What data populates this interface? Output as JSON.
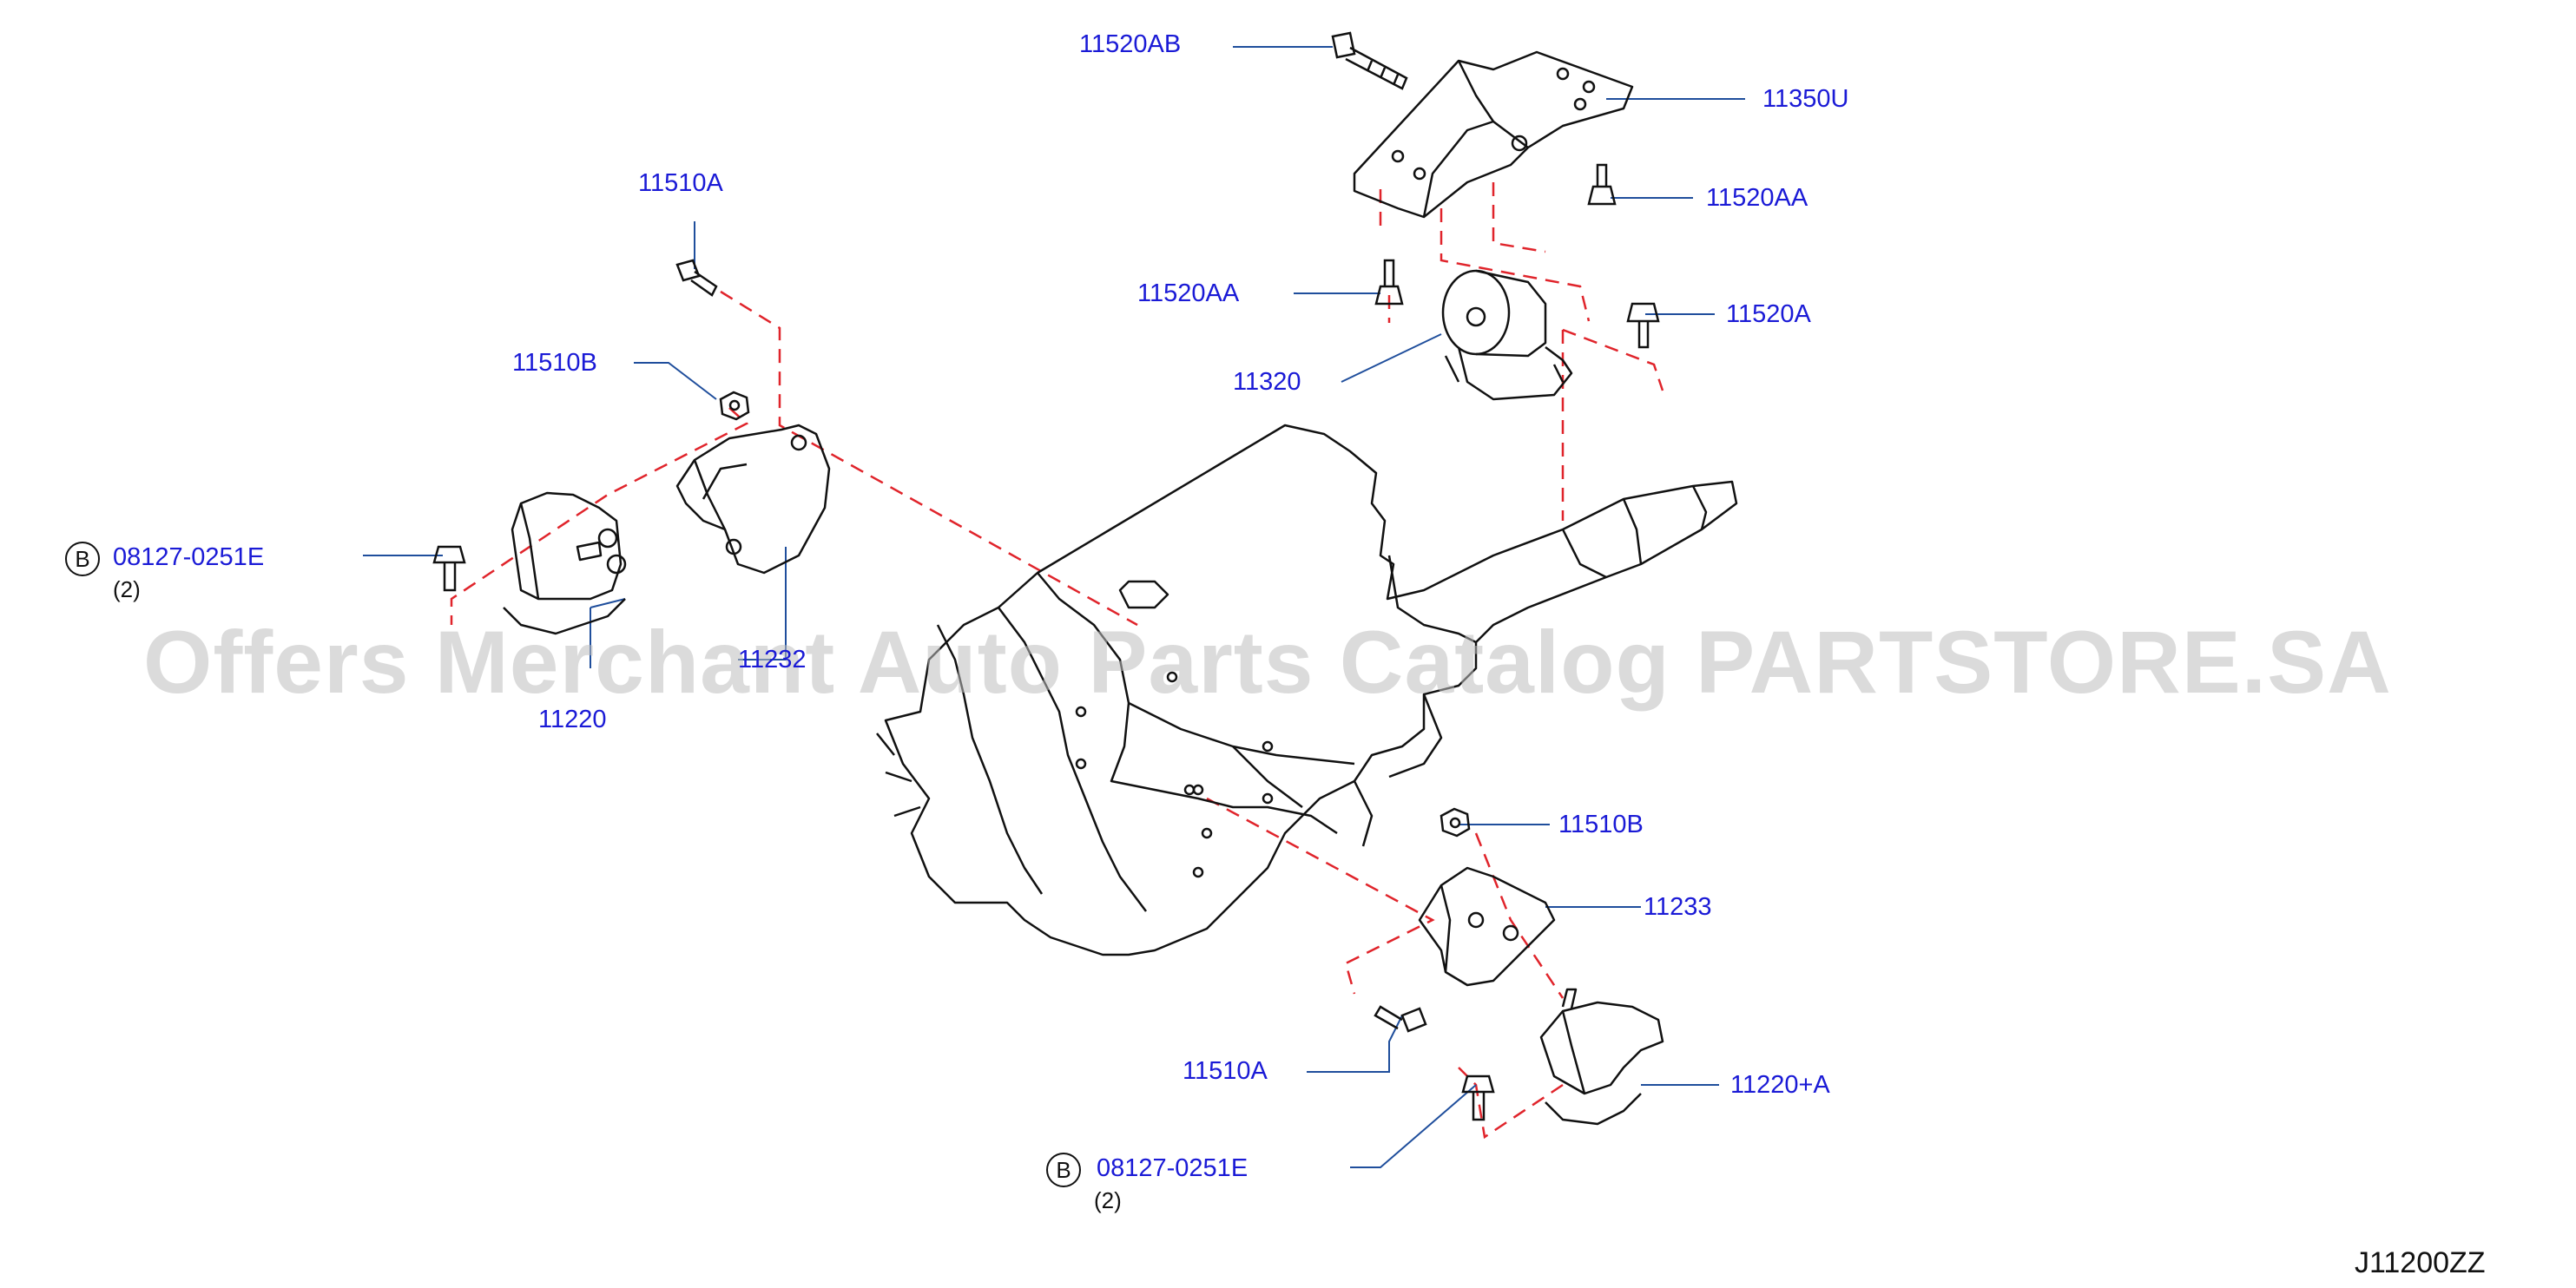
{
  "watermark": "Offers Merchant Auto Parts Catalog PARTSTORE.SA",
  "diagram_code": "J11200ZZ",
  "colors": {
    "label": "#1a1ad6",
    "leader": "#1f4e9c",
    "dash": "#e0242b",
    "line": "#111111"
  },
  "labels": {
    "l11520AB": "11520AB",
    "l11350U": "11350U",
    "l11520AA_r": "11520AA",
    "l11520AA_l": "11520AA",
    "l11520A": "11520A",
    "l11320": "11320",
    "l11510A_top": "11510A",
    "l11510B_top": "11510B",
    "l08127_top": "08127-0251E",
    "l11220": "11220",
    "l11232": "11232",
    "l11510B_bot": "11510B",
    "l11233": "11233",
    "l11510A_bot": "11510A",
    "l11220A": "11220+A",
    "l08127_bot": "08127-0251E"
  },
  "callout": {
    "b1": "B",
    "b2": "B",
    "q1": "(2)",
    "q2": "(2)"
  }
}
